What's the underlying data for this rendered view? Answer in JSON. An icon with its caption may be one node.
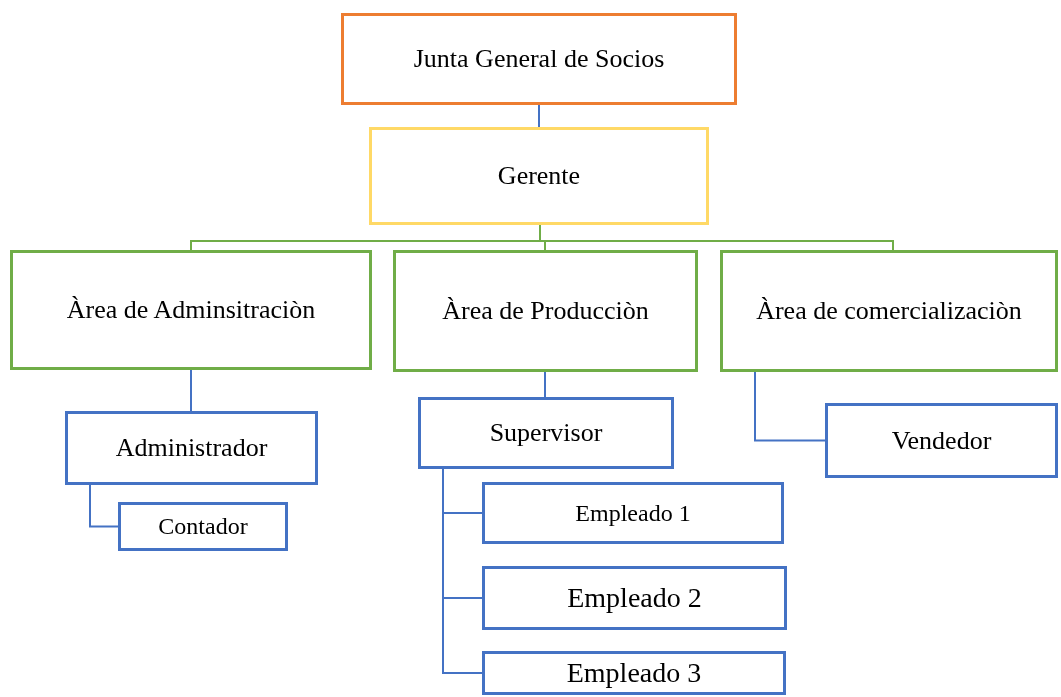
{
  "diagram": {
    "nodes": [
      {
        "text": [
          "Junta General de Socios"
        ]
      },
      {
        "text": [
          "Gerente"
        ]
      },
      {
        "text": [
          "Àrea de Adminsitraciòn"
        ]
      },
      {
        "text": [
          "Àrea de Producciòn"
        ]
      },
      {
        "text": [
          "Àrea de comercializaciòn"
        ]
      },
      {
        "text": [
          "Administrador"
        ]
      },
      {
        "text": [
          "Contador"
        ]
      },
      {
        "text": [
          "Supervisor"
        ]
      },
      {
        "text": [
          "Vendedor"
        ]
      },
      {
        "text": [
          "Empleado 1"
        ]
      },
      {
        "text": [
          "Empleado 2"
        ]
      },
      {
        "text": [
          "Empleado 3"
        ]
      }
    ],
    "edges": [
      {
        "from": 0,
        "to": 1,
        "arrow": "none"
      },
      {
        "from": 1,
        "to": 2,
        "arrow": "none",
        "color": "#70ad47"
      },
      {
        "from": 1,
        "to": 3,
        "arrow": "none",
        "color": "#70ad47"
      },
      {
        "from": 1,
        "to": 4,
        "arrow": "none",
        "color": "#70ad47"
      },
      {
        "from": 2,
        "to": 5,
        "arrow": "none"
      },
      {
        "from": 5,
        "to": 6,
        "arrow": "none"
      },
      {
        "from": 3,
        "to": 7,
        "arrow": "none"
      },
      {
        "from": 4,
        "to": 8,
        "arrow": "none"
      },
      {
        "from": 7,
        "to": 9,
        "arrow": "none"
      },
      {
        "from": 7,
        "to": 10,
        "arrow": "none"
      },
      {
        "from": 7,
        "to": 11,
        "arrow": "none"
      }
    ]
  }
}
